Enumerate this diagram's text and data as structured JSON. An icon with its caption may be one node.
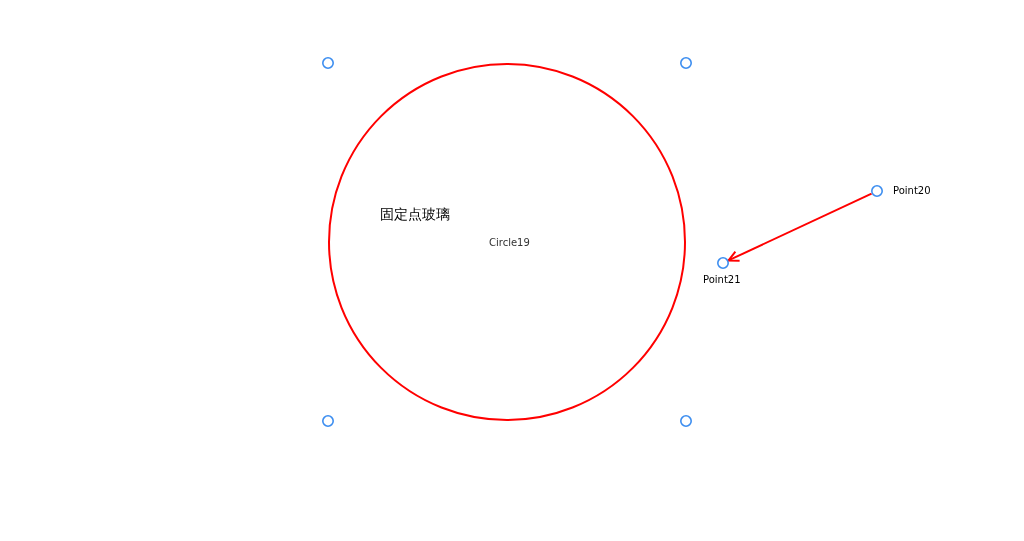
{
  "diagram": {
    "nodes": [
      {
        "text": [
          "固定点玻璃",
          "Circle19"
        ]
      },
      {
        "text": [],
        "shape": "circle"
      },
      {
        "text": [],
        "shape": "circle"
      },
      {
        "text": [],
        "shape": "circle"
      },
      {
        "text": [],
        "shape": "circle"
      },
      {
        "text": [],
        "shape": "circle",
        "beside": [
          "Point20"
        ]
      },
      {
        "text": [],
        "shape": "circle",
        "beside": [
          "Point21"
        ]
      }
    ],
    "edges": [
      {
        "from": 5,
        "to": 6,
        "arrow": "to",
        "color": "#ff0000"
      }
    ]
  }
}
